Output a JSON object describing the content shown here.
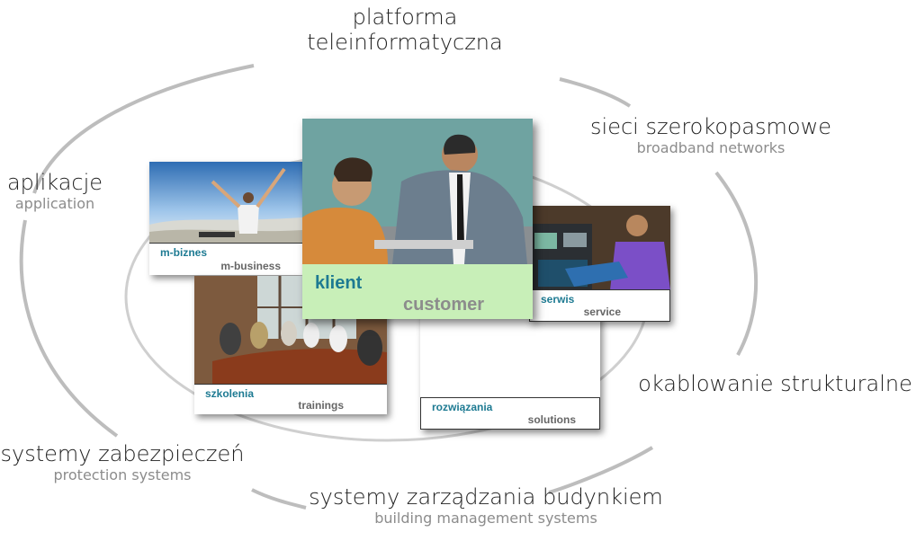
{
  "ring_color": "#bdbdbd",
  "accent_color": "#1d7a92",
  "center": {
    "label_pl": "klient",
    "label_en": "customer",
    "caption_bg": "#c8efb8"
  },
  "outer_labels": {
    "platform": {
      "pl_line1": "platforma",
      "pl_line2": "teleinformatyczna"
    },
    "broadband": {
      "pl": "sieci szerokopasmowe",
      "en": "broadband networks"
    },
    "application": {
      "pl": "aplikacje",
      "en": "application"
    },
    "cabling": {
      "pl": "okablowanie strukturalne"
    },
    "protection": {
      "pl": "systemy zabezpieczeń",
      "en": "protection systems"
    },
    "building": {
      "pl": "systemy zarządzania budynkiem",
      "en": "building management systems"
    }
  },
  "cards": {
    "mbiznes": {
      "pl": "m-biznes",
      "en": "m-business"
    },
    "szkolenia": {
      "pl": "szkolenia",
      "en": "trainings"
    },
    "serwis": {
      "pl": "serwis",
      "en": "service"
    },
    "rozwiazania": {
      "pl": "rozwiązania",
      "en": "solutions"
    }
  }
}
